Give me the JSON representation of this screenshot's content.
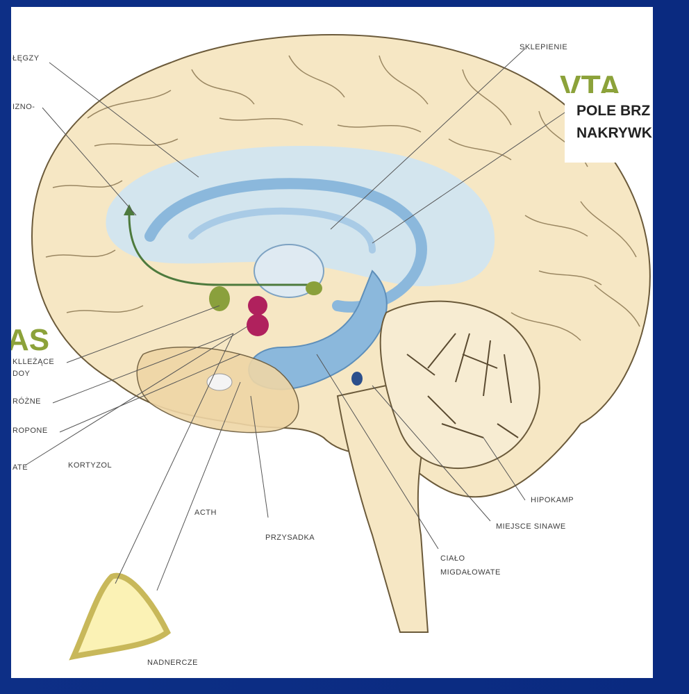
{
  "labels": {
    "top_left_1": "ŁĘGZY",
    "top_left_2": "IZNO-",
    "skrzyzowanie": "SKLEPIENIE",
    "vta_title": "VTA",
    "vta_line1": "POLE BRZ",
    "vta_line2": "NAKRYWK",
    "as_title": "AS",
    "left_a": "KLLEŻĄCE",
    "left_a2": "DOY",
    "left_b": "RÓŻNE",
    "left_c": "ROPONE",
    "left_d": "ATE",
    "kortyzol": "KORTYZOL",
    "acth": "ACTH",
    "przysadka": "PRZYSADKA",
    "hipokamp": "HIPOKAMP",
    "miejsce": "MIEJSCE SINAWE",
    "cialo_1": "CIAŁO",
    "cialo_2": "MIGDAŁOWATE",
    "nadnercze": "NADNERCZE"
  },
  "colors": {
    "cortex": "#f6e7c4",
    "cortex_stroke": "#6b5a3a",
    "ventricle": "#cfe4f3",
    "limbic": "#8bb8dc",
    "pathway_green": "#4d7a3d",
    "nucleus_magenta": "#b0215d",
    "nucleus_olive": "#8aa03c",
    "accent_green": "#8ca23a",
    "frame_blue": "#0d2f86"
  }
}
